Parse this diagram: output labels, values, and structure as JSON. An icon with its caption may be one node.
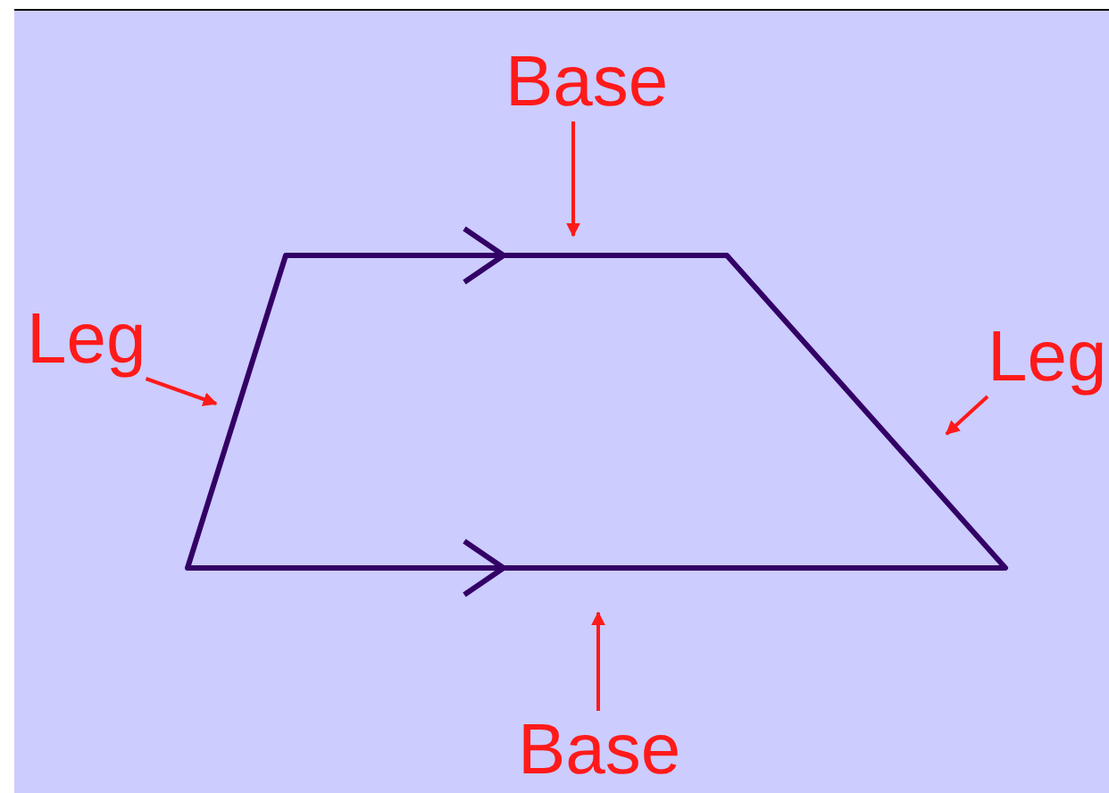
{
  "diagram": {
    "nodes": [
      {
        "text": [
          "Base"
        ]
      },
      {
        "text": [
          "Leg"
        ]
      },
      {
        "text": [
          "Leg"
        ]
      },
      {
        "text": [
          "Base"
        ]
      }
    ],
    "edges": [
      {
        "from": 0,
        "to": null,
        "arrow": "to"
      },
      {
        "from": 1,
        "to": null,
        "arrow": "to"
      },
      {
        "from": 2,
        "to": null,
        "arrow": "to"
      },
      {
        "from": 3,
        "to": null,
        "arrow": "to"
      }
    ]
  }
}
